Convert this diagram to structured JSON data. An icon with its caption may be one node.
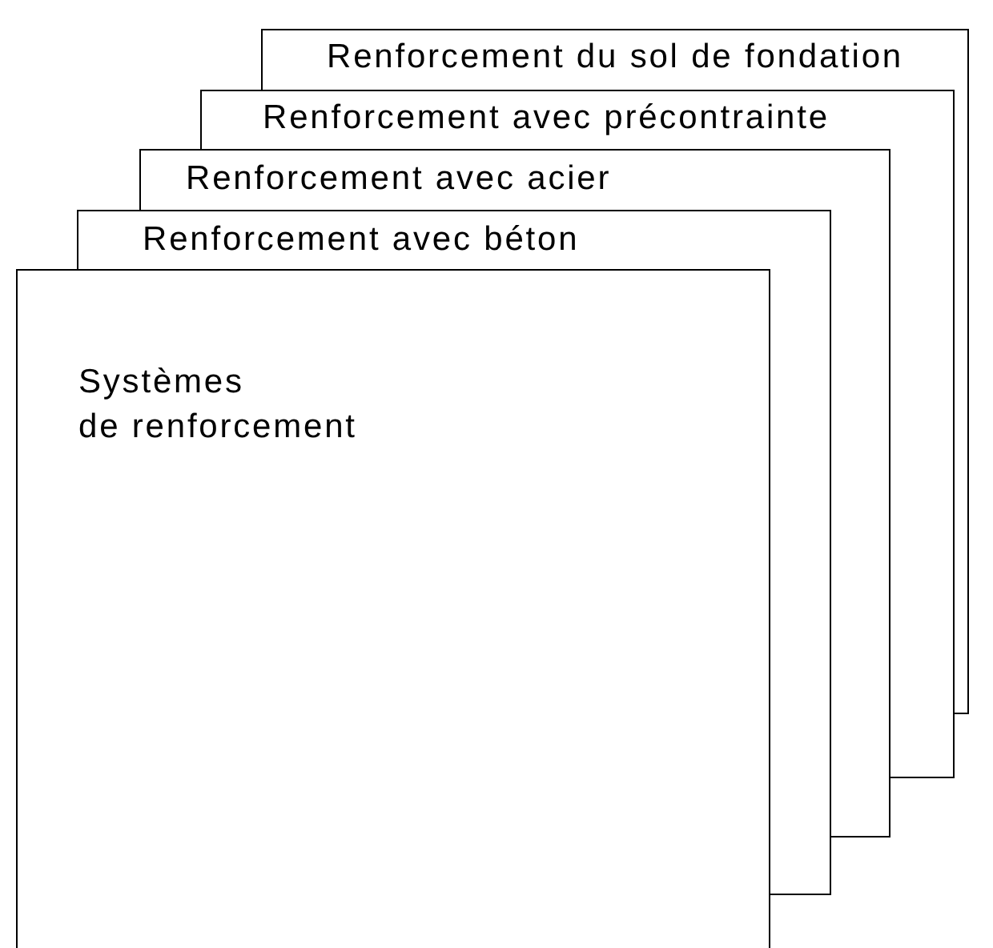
{
  "diagram": {
    "nodes": [
      {
        "text": [
          "Renforcement du sol de fondation"
        ]
      },
      {
        "text": [
          "Renforcement avec précontrainte"
        ]
      },
      {
        "text": [
          "Renforcement avec acier"
        ]
      },
      {
        "text": [
          "Renforcement avec béton"
        ]
      },
      {
        "text": [
          "Systèmes de renforcement"
        ]
      }
    ]
  }
}
